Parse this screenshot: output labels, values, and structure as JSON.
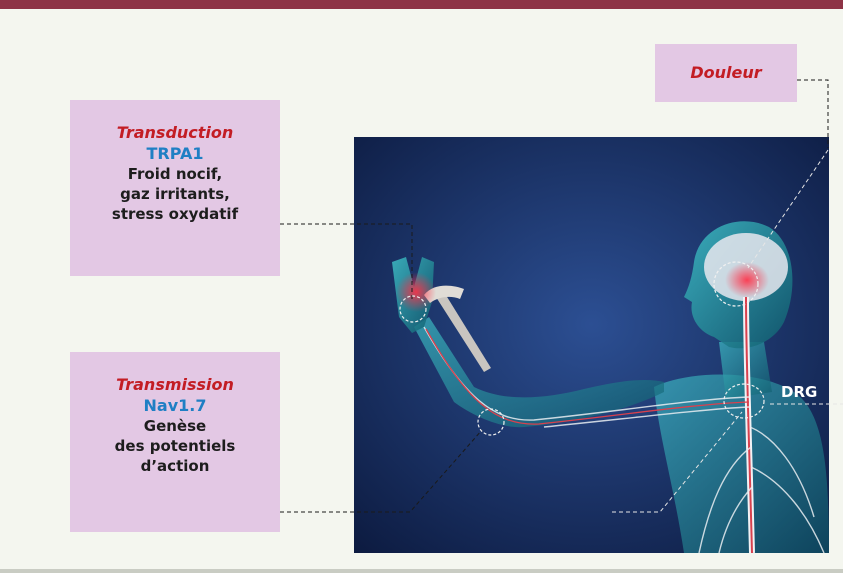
{
  "boxes": {
    "douleur": {
      "title": "Douleur"
    },
    "transduction": {
      "title": "Transduction",
      "gene": "TRPA1",
      "lines": [
        "Froid nocif,",
        "gaz irritants,",
        "stress oxydatif"
      ]
    },
    "transmission": {
      "title": "Transmission",
      "gene": "Nav1.7",
      "lines": [
        "Genèse",
        "des potentiels",
        "d’action"
      ]
    }
  },
  "illustration": {
    "label": "DRG"
  },
  "colors": {
    "header_rule": "#8e3346",
    "box_fill": "#e3c8e4",
    "title_red": "#c31d24",
    "gene_blue": "#1f7fc4",
    "background": "#f4f6ef"
  }
}
